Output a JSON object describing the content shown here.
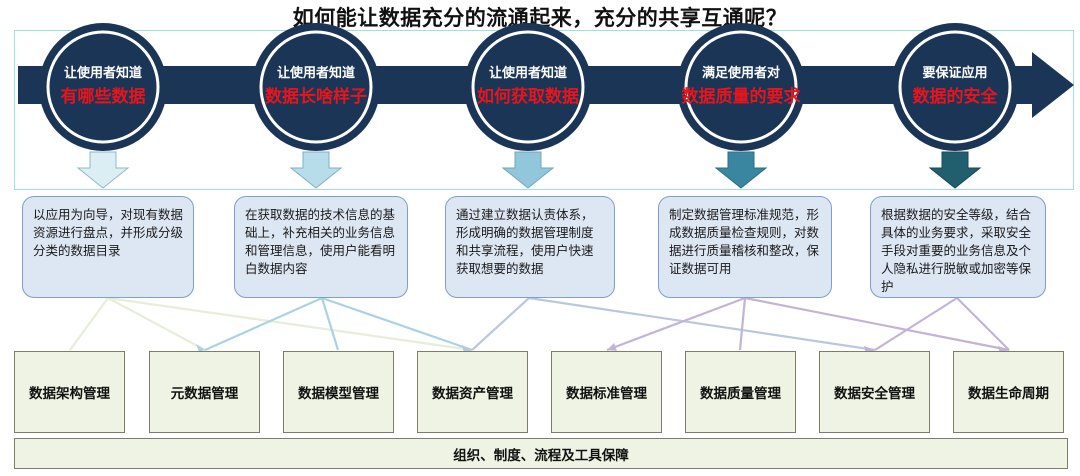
{
  "title": "如何能让数据充分的流通起来，充分的共享互通呢？",
  "steps": [
    {
      "line1": "让使用者知道",
      "line2": "有哪些数据",
      "arrow_color": "#dbeef4"
    },
    {
      "line1": "让使用者知道",
      "line2": "数据长啥样子",
      "arrow_color": "#b7dcea"
    },
    {
      "line1": "让使用者知道",
      "line2": "如何获取数据",
      "arrow_color": "#92c6da"
    },
    {
      "line1": "满足使用者对",
      "line2": "数据质量的要求",
      "arrow_color": "#3a86a0"
    },
    {
      "line1": "要保证应用",
      "line2": "数据的安全",
      "arrow_color": "#215f6e"
    }
  ],
  "descriptions": [
    "以应用为向导，对现有数据资源进行盘点，并形成分级分类的数据目录",
    "在获取数据的技术信息的基础上，补充相关的业务信息和管理信息，使用户能看明白数据内容",
    "通过建立数据认责体系，形成明确的数据管理制度和共享流程，使用户快速获取想要的数据",
    "制定数据管理标准规范，形成数据质量检查规则，对数据进行质量稽核和整改，保证数据可用",
    "根据数据的安全等级，结合具体的业务要求，采取安全手段对重要的业务信息及个人隐私进行脱敏或加密等保护"
  ],
  "management": [
    "数据架构管理",
    "元数据管理",
    "数据模型管理",
    "数据资产管理",
    "数据标准管理",
    "数据质量管理",
    "数据安全管理",
    "数据生命周期"
  ],
  "footer": "组织、制度、流程及工具保障",
  "colors": {
    "timeline": "#1b3556",
    "highlight_text": "#e8141c",
    "band_border": "#9ee3d6",
    "box_fill": "#dde6f3",
    "box_border": "#7ea0c8",
    "mgmt_fill": "#eef3e4"
  }
}
